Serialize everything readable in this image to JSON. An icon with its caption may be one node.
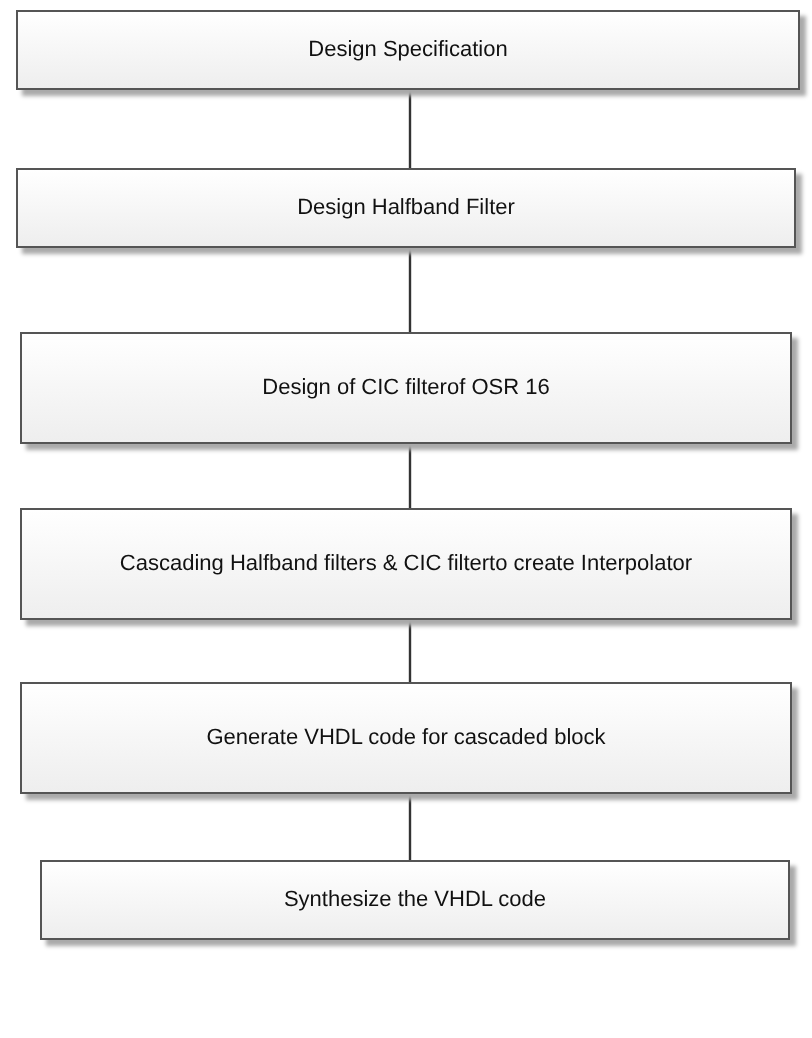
{
  "diagram": {
    "nodes": [
      {
        "text": [
          "Design Specification"
        ]
      },
      {
        "text": [
          "Design Halfband Filter"
        ]
      },
      {
        "text": [
          "Design of CIC filterof OSR 16"
        ]
      },
      {
        "text": [
          "Cascading Halfband filters & CIC filterto create Interpolator"
        ]
      },
      {
        "text": [
          "Generate VHDL code for cascaded block"
        ]
      },
      {
        "text": [
          "Synthesize the VHDL code"
        ]
      }
    ],
    "edges": [
      {
        "from": 0,
        "to": 1,
        "arrow": "none"
      },
      {
        "from": 1,
        "to": 2,
        "arrow": "none"
      },
      {
        "from": 2,
        "to": 3,
        "arrow": "none"
      },
      {
        "from": 3,
        "to": 4,
        "arrow": "none"
      },
      {
        "from": 4,
        "to": 5,
        "arrow": "none"
      }
    ]
  }
}
